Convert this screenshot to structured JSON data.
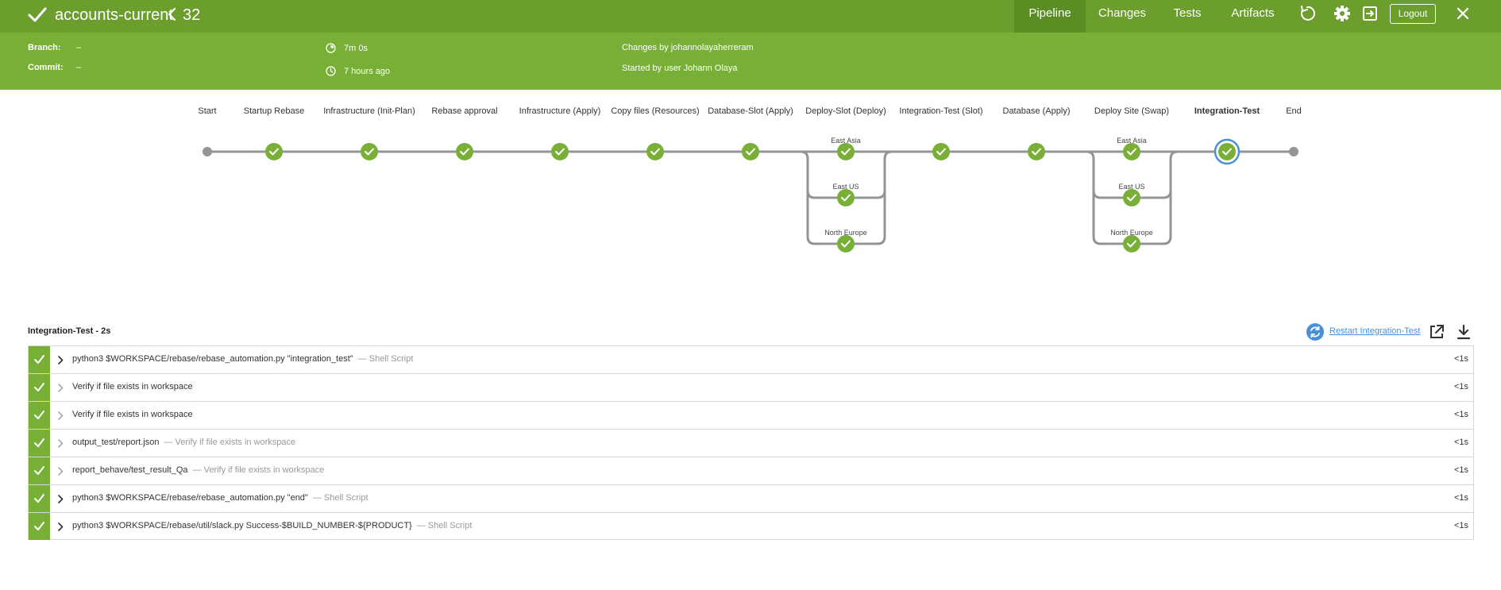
{
  "header": {
    "run_name": "accounts-current",
    "run_number": "32",
    "tabs": [
      "Pipeline",
      "Changes",
      "Tests",
      "Artifacts"
    ],
    "logout_label": "Logout",
    "colors": {
      "bar": "#6b9e2c",
      "active_tab": "#5a8d23",
      "summary": "#78b037"
    }
  },
  "summary": {
    "branch_label": "Branch:",
    "branch_value": "–",
    "commit_label": "Commit:",
    "commit_value": "–",
    "duration": "7m 0s",
    "time_ago": "7 hours ago",
    "changes": "Changes by johannolayaherreram",
    "started_by": "Started by user Johann Olaya"
  },
  "pipeline": {
    "stages": [
      "Start",
      "Startup Rebase",
      "Infrastructure (Init-Plan)",
      "Rebase approval",
      "Infrastructure (Apply)",
      "Copy files (Resources)",
      "Database-Slot (Apply)",
      "Deploy-Slot (Deploy)",
      "Integration-Test (Slot)",
      "Database (Apply)",
      "Deploy Site (Swap)",
      "Integration-Test",
      "End"
    ],
    "parallel_branches": {
      "deploy_slot": [
        "East Asia",
        "East US",
        "North Europe"
      ],
      "deploy_site": [
        "East Asia",
        "East US",
        "North Europe"
      ]
    },
    "selected_stage": "Integration-Test",
    "status_color": "#78b037"
  },
  "steps_section": {
    "title": "Integration-Test - 2s",
    "restart_label": "Restart Integration-Test",
    "steps": [
      {
        "text": "python3 $WORKSPACE/rebase/rebase_automation.py \"integration_test\"",
        "desc": "— Shell Script",
        "time": "<1s",
        "expandable": true
      },
      {
        "text": "Verify if file exists in workspace",
        "desc": "",
        "time": "<1s",
        "expandable": false
      },
      {
        "text": "Verify if file exists in workspace",
        "desc": "",
        "time": "<1s",
        "expandable": false
      },
      {
        "text": "output_test/report.json",
        "desc": "— Verify if file exists in workspace",
        "time": "<1s",
        "expandable": false
      },
      {
        "text": "report_behave/test_result_Qa",
        "desc": "— Verify if file exists in workspace",
        "time": "<1s",
        "expandable": false
      },
      {
        "text": "python3 $WORKSPACE/rebase/rebase_automation.py \"end\"",
        "desc": "— Shell Script",
        "time": "<1s",
        "expandable": true
      },
      {
        "text": "python3 $WORKSPACE/rebase/util/slack.py Success-$BUILD_NUMBER-${PRODUCT}",
        "desc": "— Shell Script",
        "time": "<1s",
        "expandable": true
      }
    ]
  }
}
